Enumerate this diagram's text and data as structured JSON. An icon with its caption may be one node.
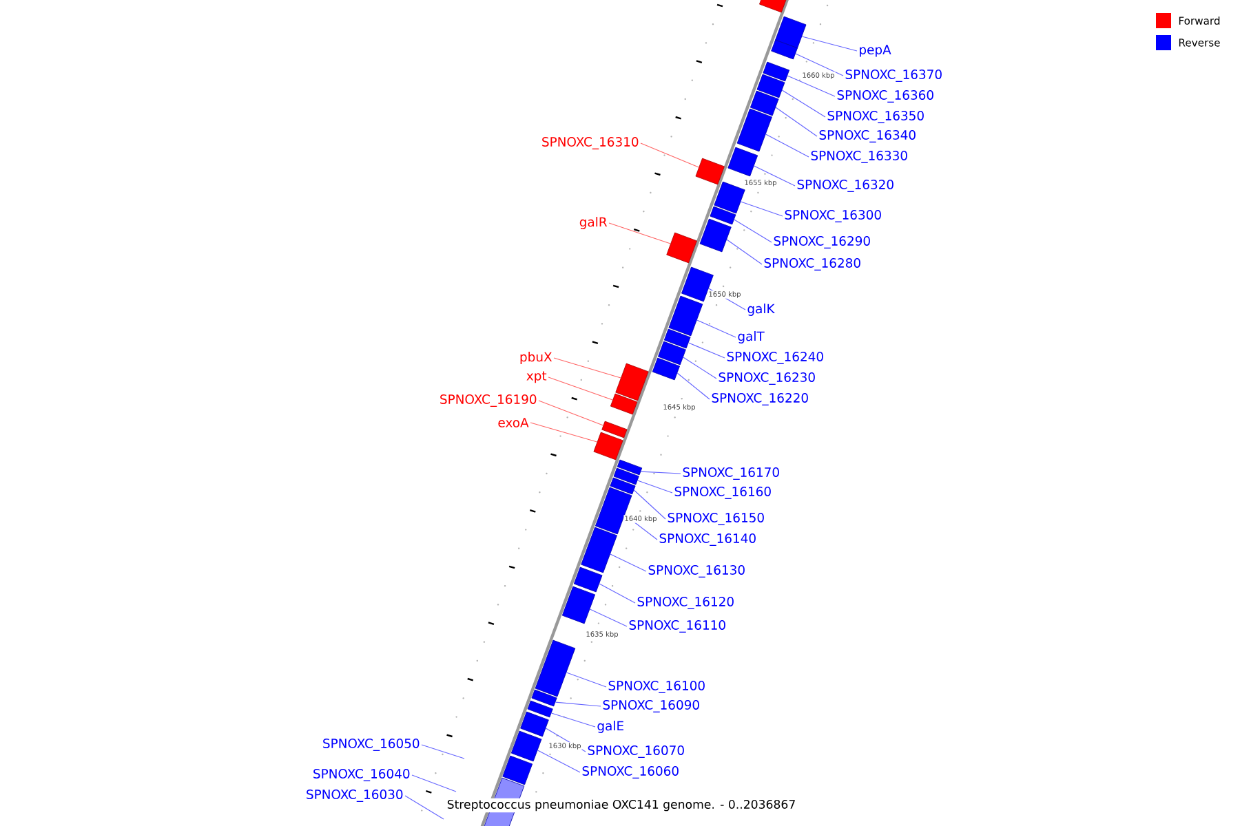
{
  "diagram": {
    "caption": "Streptococcus pneumoniae OXC141 genome. - 0..2036867",
    "nodes": [
      {
        "text": [],
        "shape": "box"
      },
      {
        "text": [
          "pepA"
        ]
      },
      {
        "text": [],
        "shape": "box"
      },
      {
        "text": [
          "SPNOXC_16370"
        ]
      },
      {
        "text": [],
        "shape": "box"
      },
      {
        "text": [
          "SPNOXC_16360"
        ]
      },
      {
        "text": [],
        "shape": "box"
      },
      {
        "text": [
          "SPNOXC_16350"
        ]
      },
      {
        "text": [],
        "shape": "box"
      },
      {
        "text": [
          "SPNOXC_16340"
        ]
      },
      {
        "text": [],
        "shape": "box"
      },
      {
        "text": [
          "SPNOXC_16330"
        ]
      },
      {
        "text": [],
        "shape": "box"
      },
      {
        "text": [
          "SPNOXC_16310"
        ]
      },
      {
        "text": [],
        "shape": "box"
      },
      {
        "text": [
          "SPNOXC_16320"
        ]
      },
      {
        "text": [],
        "shape": "box"
      },
      {
        "text": [
          "SPNOXC_16300"
        ]
      },
      {
        "text": [],
        "shape": "box"
      },
      {
        "text": [
          "SPNOXC_16290"
        ]
      },
      {
        "text": [],
        "shape": "box"
      },
      {
        "text": [
          "galR"
        ]
      },
      {
        "text": [],
        "shape": "box"
      },
      {
        "text": [
          "SPNOXC_16280"
        ]
      },
      {
        "text": [],
        "shape": "box"
      },
      {
        "text": [
          "galK"
        ]
      },
      {
        "text": [],
        "shape": "box"
      },
      {
        "text": [
          "galT"
        ]
      },
      {
        "text": [],
        "shape": "box"
      },
      {
        "text": [
          "SPNOXC_16240"
        ]
      },
      {
        "text": [],
        "shape": "box"
      },
      {
        "text": [
          "pbuX"
        ]
      },
      {
        "text": [],
        "shape": "box"
      },
      {
        "text": [
          "SPNOXC_16230"
        ]
      },
      {
        "text": [],
        "shape": "box"
      },
      {
        "text": [
          "xpt"
        ]
      },
      {
        "text": [],
        "shape": "box"
      },
      {
        "text": [
          "SPNOXC_16220"
        ]
      },
      {
        "text": [],
        "shape": "box"
      },
      {
        "text": [
          "SPNOXC_16190"
        ]
      },
      {
        "text": [],
        "shape": "box"
      },
      {
        "text": [
          "exoA"
        ]
      },
      {
        "text": [],
        "shape": "box"
      },
      {
        "text": [
          "SPNOXC_16170"
        ]
      },
      {
        "text": [],
        "shape": "box"
      },
      {
        "text": [
          "SPNOXC_16160"
        ]
      },
      {
        "text": [],
        "shape": "box"
      },
      {
        "text": [
          "SPNOXC_16150"
        ]
      },
      {
        "text": [],
        "shape": "box"
      },
      {
        "text": [
          "SPNOXC_16140"
        ]
      },
      {
        "text": [],
        "shape": "box"
      },
      {
        "text": [
          "SPNOXC_16130"
        ]
      },
      {
        "text": [],
        "shape": "box"
      },
      {
        "text": [
          "SPNOXC_16120"
        ]
      },
      {
        "text": [],
        "shape": "box"
      },
      {
        "text": [
          "SPNOXC_16110"
        ]
      },
      {
        "text": [],
        "shape": "box"
      },
      {
        "text": [
          "SPNOXC_16100"
        ]
      },
      {
        "text": [],
        "shape": "box"
      },
      {
        "text": [
          "SPNOXC_16090"
        ]
      },
      {
        "text": [],
        "shape": "box"
      },
      {
        "text": [
          "galE"
        ]
      },
      {
        "text": [],
        "shape": "box"
      },
      {
        "text": [
          "SPNOXC_16050"
        ]
      },
      {
        "text": [
          "SPNOXC_16070"
        ]
      },
      {
        "text": [],
        "shape": "box"
      },
      {
        "text": [
          "SPNOXC_16060"
        ]
      },
      {
        "text": [],
        "shape": "box"
      },
      {
        "text": [
          "SPNOXC_16040"
        ]
      },
      {
        "text": [],
        "shape": "box"
      },
      {
        "text": [
          "SPNOXC_16030"
        ]
      },
      {
        "text": [],
        "shape": "box"
      }
    ],
    "edges": [
      {
        "from": 1,
        "to": 2,
        "arrow": "none"
      },
      {
        "from": 3,
        "to": 4,
        "arrow": "none"
      },
      {
        "from": 5,
        "to": 6,
        "arrow": "none"
      },
      {
        "from": 7,
        "to": 8,
        "arrow": "none"
      },
      {
        "from": 9,
        "to": 10,
        "arrow": "none"
      },
      {
        "from": 11,
        "to": 12,
        "arrow": "none"
      },
      {
        "from": 13,
        "to": 14,
        "arrow": "none",
        "color": "#ff6666"
      },
      {
        "from": 15,
        "to": 16,
        "arrow": "none"
      },
      {
        "from": 17,
        "to": 18,
        "arrow": "none"
      },
      {
        "from": 19,
        "to": 20,
        "arrow": "none"
      },
      {
        "from": 21,
        "to": 22,
        "arrow": "none",
        "color": "#ff6666"
      },
      {
        "from": 23,
        "to": 24,
        "arrow": "none"
      },
      {
        "from": 25,
        "to": 26,
        "arrow": "none"
      },
      {
        "from": 27,
        "to": 28,
        "arrow": "none"
      },
      {
        "from": 29,
        "to": 30,
        "arrow": "none"
      },
      {
        "from": 31,
        "to": 32,
        "arrow": "none",
        "color": "#ff6666"
      },
      {
        "from": 33,
        "to": 34,
        "arrow": "none"
      },
      {
        "from": 35,
        "to": 36,
        "arrow": "none",
        "color": "#ff6666"
      },
      {
        "from": 37,
        "to": 38,
        "arrow": "none"
      },
      {
        "from": 39,
        "to": 40,
        "arrow": "none",
        "color": "#ff6666"
      },
      {
        "from": 41,
        "to": 42,
        "arrow": "none",
        "color": "#ff6666"
      },
      {
        "from": 43,
        "to": 44,
        "arrow": "none"
      },
      {
        "from": 45,
        "to": 46,
        "arrow": "none"
      },
      {
        "from": 47,
        "to": 48,
        "arrow": "none"
      },
      {
        "from": 49,
        "to": 50,
        "arrow": "none"
      },
      {
        "from": 51,
        "to": 52,
        "arrow": "none"
      },
      {
        "from": 53,
        "to": 54,
        "arrow": "none"
      },
      {
        "from": 55,
        "to": 56,
        "arrow": "none"
      },
      {
        "from": 57,
        "to": 58,
        "arrow": "none"
      },
      {
        "from": 59,
        "to": 60,
        "arrow": "none"
      },
      {
        "from": 61,
        "to": 62,
        "arrow": "none"
      },
      {
        "from": 63,
        "to": null,
        "arrow": "none"
      },
      {
        "from": 64,
        "to": 65,
        "arrow": "none"
      },
      {
        "from": 66,
        "to": 67,
        "arrow": "none"
      },
      {
        "from": 68,
        "to": null,
        "arrow": "none"
      },
      {
        "from": 70,
        "to": null,
        "arrow": "none"
      }
    ],
    "labels": [
      "1660 kbp",
      "1655 kbp",
      "1650 kbp",
      "1645 kbp",
      "1640 kbp",
      "1635 kbp",
      "1630 kbp"
    ],
    "legend": [
      {
        "text": "Forward",
        "color": "#ff0000"
      },
      {
        "text": "Reverse",
        "color": "#0000ff"
      }
    ]
  }
}
